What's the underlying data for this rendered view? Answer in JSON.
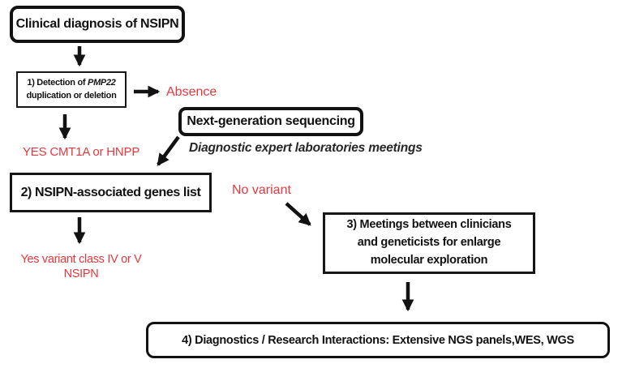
{
  "diagram": {
    "nodes": {
      "clinical": {
        "label": "Clinical diagnosis of NSIPN"
      },
      "detection": {
        "line1_prefix": "1) Detection of ",
        "gene": "PMP22",
        "line2": "duplication or deletion"
      },
      "ngs": {
        "label": "Next-generation sequencing"
      },
      "genes_list": {
        "label": "2) NSIPN-associated genes list"
      },
      "meetings": {
        "lines": [
          "3) Meetings between clinicians",
          "and geneticists for enlarge",
          "molecular exploration"
        ]
      },
      "interactions": {
        "label": "4) Diagnostics / Research Interactions: Extensive NGS panels,WES, WGS"
      }
    },
    "labels": {
      "absence": "Absence",
      "yes_cmt": "YES CMT1A or HNPP",
      "expert_meetings": "Diagnostic expert laboratories meetings",
      "no_variant": "No variant",
      "yes_variant_line1": "Yes variant class IV or V",
      "yes_variant_line2": "NSIPN"
    },
    "colors": {
      "accent_red": "#e5383e",
      "ink_black": "#121212",
      "background": "#ffffff"
    }
  }
}
